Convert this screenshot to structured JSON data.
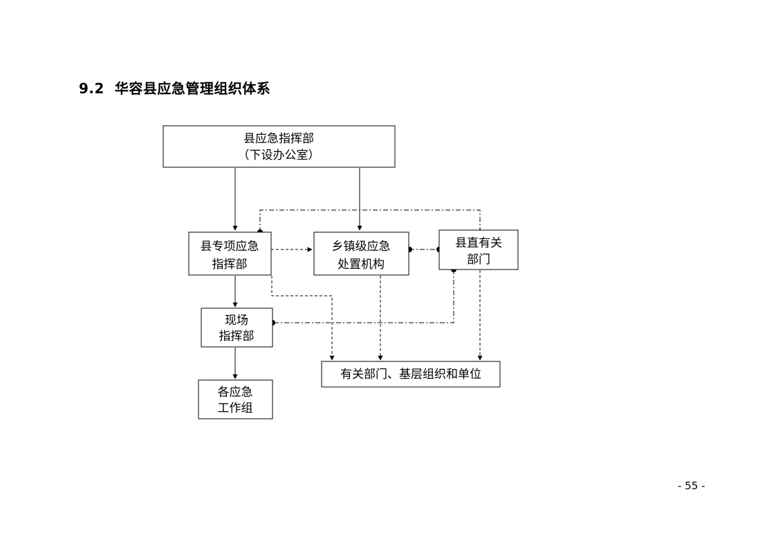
{
  "heading": {
    "number": "9.2",
    "title": "华容县应急管理组织体系"
  },
  "diagram": {
    "nodes": {
      "county_hq": {
        "line1": "县应急指挥部",
        "line2": "（下设办公室）"
      },
      "special_hq": {
        "line1": "县专项应急",
        "line2": "指挥部"
      },
      "township": {
        "line1": "乡镇级应急",
        "line2": "处置机构"
      },
      "county_depts": {
        "line1": "县直有关",
        "line2": "部门"
      },
      "field_hq": {
        "line1": "现场",
        "line2": "指挥部"
      },
      "units": {
        "line1": "有关部门、基层组织和单位"
      },
      "work_groups": {
        "line1": "各应急",
        "line2": "工作组"
      }
    },
    "edges": [
      {
        "from": "county_hq",
        "to": "special_hq",
        "style": "solid"
      },
      {
        "from": "county_hq",
        "to": "township",
        "style": "solid"
      },
      {
        "from": "special_hq",
        "to": "township",
        "style": "dashed"
      },
      {
        "from": "special_hq",
        "to": "field_hq",
        "style": "solid"
      },
      {
        "from": "field_hq",
        "to": "work_groups",
        "style": "solid"
      },
      {
        "from": "special_hq",
        "to": "units",
        "style": "dashed"
      },
      {
        "from": "township",
        "to": "units",
        "style": "dashed"
      },
      {
        "from": "county_depts",
        "to": "units",
        "style": "dashed"
      },
      {
        "from": "special_hq",
        "to": "county_depts",
        "style": "dash-dot"
      },
      {
        "from": "township",
        "to": "county_depts",
        "style": "dash-dot"
      },
      {
        "from": "county_depts",
        "to": "field_hq",
        "style": "dash-dot"
      }
    ]
  },
  "footer": {
    "page_number": "- 55 -"
  }
}
